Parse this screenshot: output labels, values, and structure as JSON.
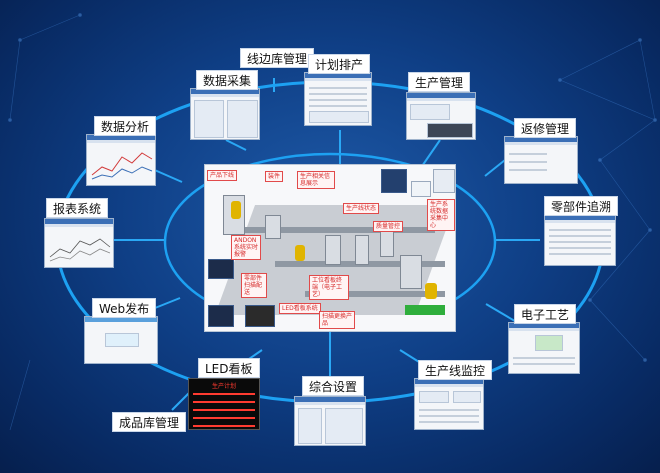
{
  "modules": {
    "xianbian": "线边库管理",
    "jihua": "计划排产",
    "shuju_caiji": "数据采集",
    "shengchan": "生产管理",
    "shuju_fenxi": "数据分析",
    "fanxiu": "返修管理",
    "baobiao": "报表系统",
    "lingbujian": "零部件追溯",
    "web": "Web发布",
    "dianzi": "电子工艺",
    "led": "LED看板",
    "shengchanxian": "生产线监控",
    "zonghe": "综合设置",
    "chengpin": "成品库管理"
  },
  "center": {
    "callouts": {
      "c1": "产品下线",
      "c2": "装件",
      "c3": "生产相关信息展示",
      "c4": "生产线状态",
      "c5": "ANDON系统实时报警",
      "c6": "质量管控",
      "c7": "生产系统数据采集中心",
      "c8": "零部件扫描配送",
      "c9": "工位看板终端（电子工艺）",
      "c10": "LED看板系统",
      "c11": "扫描更换产品"
    }
  },
  "led_thumb_title": "生产计划",
  "colors": {
    "ring": "#1da1f2",
    "background": "#0f3f86"
  }
}
